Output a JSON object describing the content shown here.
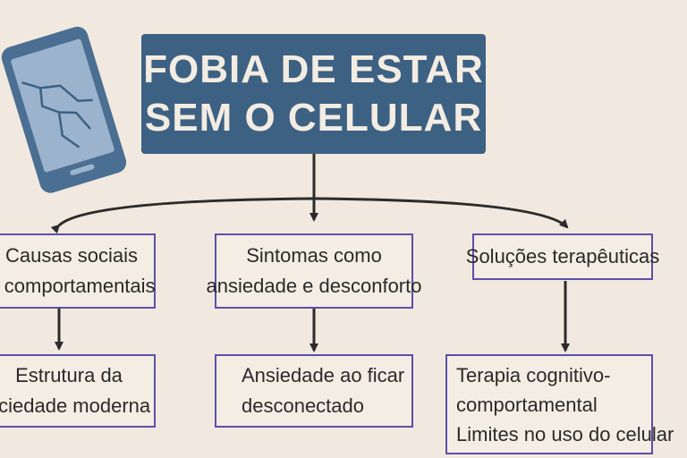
{
  "title": {
    "line1": "FOBIA DE ESTAR",
    "line2": "SEM O CELULAR"
  },
  "icon": "cracked-phone-icon",
  "colors": {
    "background": "#f1e9df",
    "title_fill": "#3d6183",
    "node_border": "#5b4fa8",
    "arrow": "#2b2b2b",
    "phone": "#4b6f92"
  },
  "nodes": {
    "causes": {
      "line1": "Causas sociais",
      "line2": "e comportamentais"
    },
    "symptoms": {
      "line1": "Sintomas como",
      "line2": "ansiedade e desconforto"
    },
    "solutions": {
      "line1": "Soluções terapêuticas"
    },
    "structure": {
      "line1": "Estrutura da",
      "line2": "ociedade moderna"
    },
    "anxiety": {
      "line1": "Ansiedade ao ficar",
      "line2": "desconectado"
    },
    "therapy": {
      "line1": "Terapia cognitivo-",
      "line2": "comportamental",
      "line3": "Limites no uso do celular"
    }
  }
}
